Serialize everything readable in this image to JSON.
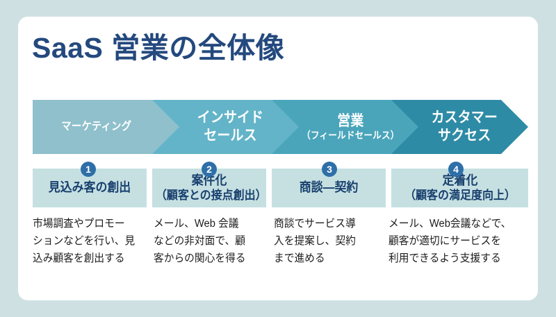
{
  "page": {
    "title": "SaaS 営業の全体像",
    "background_color": "#cfe0e3",
    "card_color": "#ffffff",
    "title_color": "#24497e"
  },
  "chart_data": {
    "type": "diagram",
    "title": "SaaS 営業の全体像",
    "subtype": "chevron-process-flow",
    "stage_count": 4,
    "stages": [
      {
        "number": "1",
        "chevron_label": "マーケティング",
        "chevron_sub": "",
        "chevron_color": "#8fc0cc",
        "header_title": "見込み客の創出",
        "header_sub": "",
        "body_lines": [
          "市場調査やプロモー",
          "ションなどを行い、見",
          "込み顧客を創出する"
        ],
        "body_text": "市場調査やプロモーションなどを行い、見込み顧客を創出する"
      },
      {
        "number": "2",
        "chevron_label": "インサイド",
        "chevron_sub": "セールス",
        "chevron_color": "#63b4c8",
        "header_title": "案件化",
        "header_sub": "（顧客との接点創出）",
        "body_lines": [
          "メール、Web 会議",
          "などの非対面で、顧",
          "客からの関心を得る"
        ],
        "body_text": "メール、Web 会議などの非対面で、顧客からの関心を得る"
      },
      {
        "number": "3",
        "chevron_label": "営業",
        "chevron_sub": "（フィールドセールス）",
        "chevron_color": "#4aa5bb",
        "header_title": "商談―契約",
        "header_sub": "",
        "body_lines": [
          "商談でサービス導",
          "入を提案し、契約",
          "まで進める"
        ],
        "body_text": "商談でサービス導入を提案し、契約まで進める"
      },
      {
        "number": "4",
        "chevron_label": "カスタマー",
        "chevron_sub": "サクセス",
        "chevron_color": "#2e8ba5",
        "header_title": "定着化",
        "header_sub": "（顧客の満足度向上）",
        "body_lines": [
          "メール、Web会議などで、",
          "顧客が適切にサービスを",
          "利用できるよう支援する"
        ],
        "body_text": "メール、Web会議などで、顧客が適切にサービスを利用できるよう支援する"
      }
    ],
    "header_band_color": "#c6e0e2",
    "header_text_color": "#19406e",
    "badge_color": "#2f6fa8",
    "badge_text_color": "#ffffff",
    "body_text_color": "#1d1d1d"
  }
}
